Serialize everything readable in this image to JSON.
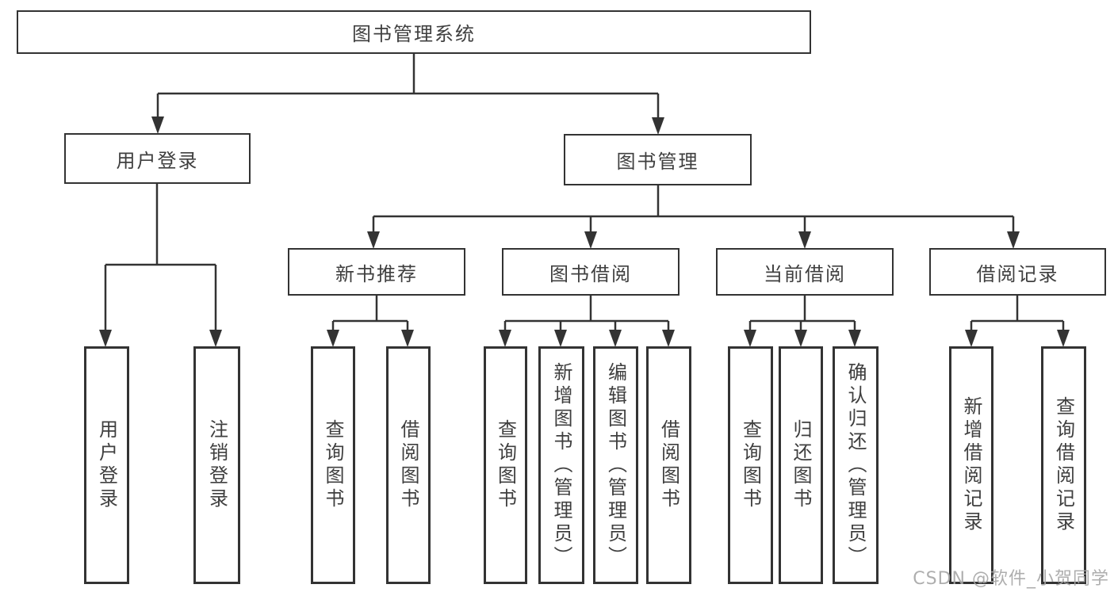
{
  "nodes": {
    "root": "图书管理系统",
    "user_login": "用户登录",
    "book_mgmt": "图书管理",
    "level2": [
      "新书推荐",
      "图书借阅",
      "当前借阅",
      "借阅记录"
    ],
    "leaves_user": [
      "用户登录",
      "注销登录"
    ],
    "leaves_newbook": [
      "查询图书",
      "借阅图书"
    ],
    "leaves_borrow": [
      "查询图书",
      "新增图书（管理员）",
      "编辑图书（管理员）",
      "借阅图书"
    ],
    "leaves_current": [
      "查询图书",
      "归还图书",
      "确认归还（管理员）"
    ],
    "leaves_record": [
      "新增借阅记录",
      "查询借阅记录"
    ]
  },
  "watermark": "CSDN @软件_小贺同学",
  "colors": {
    "border": "#333333",
    "line": "#333333",
    "text": "#3f3f3f",
    "watermark": "#a5a5a5",
    "background": "#ffffff"
  }
}
